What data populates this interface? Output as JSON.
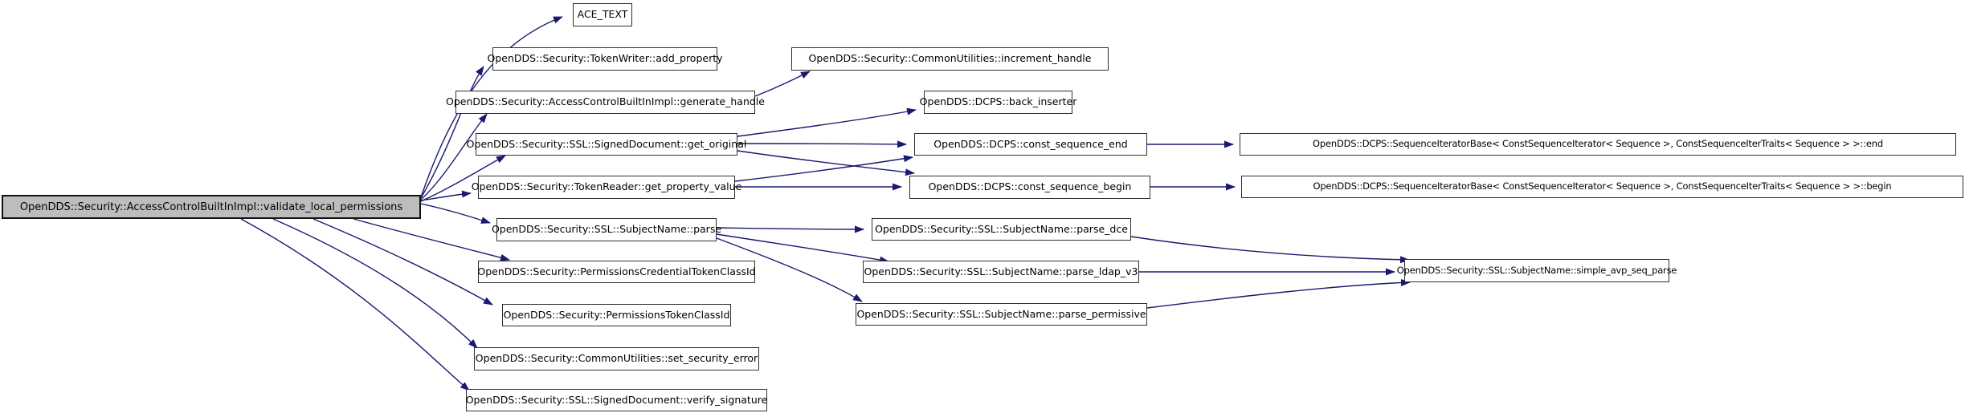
{
  "diagram": {
    "kind": "call-graph",
    "root_function": "OpenDDS::Security::AccessControlBuiltInImpl::validate_local_permissions",
    "colors": {
      "edge": "#191970",
      "node_border": "#2f2f2f",
      "node_fill": "#ffffff",
      "root_fill": "#bdbdbd",
      "text": "#000000",
      "background": "#ffffff"
    },
    "nodes": [
      {
        "id": "validate_local_permissions",
        "label": "OpenDDS::Security::AccessControlBuiltInImpl::validate_local_permissions"
      },
      {
        "id": "ace_text",
        "label": "ACE_TEXT"
      },
      {
        "id": "add_property",
        "label": "OpenDDS::Security::TokenWriter::add_property"
      },
      {
        "id": "generate_handle",
        "label": "OpenDDS::Security::AccessControlBuiltInImpl::generate_handle"
      },
      {
        "id": "get_original",
        "label": "OpenDDS::Security::SSL::SignedDocument::get_original"
      },
      {
        "id": "get_property_value",
        "label": "OpenDDS::Security::TokenReader::get_property_value"
      },
      {
        "id": "parse",
        "label": "OpenDDS::Security::SSL::SubjectName::parse"
      },
      {
        "id": "permissions_credential_token_class_id",
        "label": "OpenDDS::Security::PermissionsCredentialTokenClassId"
      },
      {
        "id": "permissions_token_class_id",
        "label": "OpenDDS::Security::PermissionsTokenClassId"
      },
      {
        "id": "set_security_error",
        "label": "OpenDDS::Security::CommonUtilities::set_security_error"
      },
      {
        "id": "verify_signature",
        "label": "OpenDDS::Security::SSL::SignedDocument::verify_signature"
      },
      {
        "id": "increment_handle",
        "label": "OpenDDS::Security::CommonUtilities::increment_handle"
      },
      {
        "id": "back_inserter",
        "label": "OpenDDS::DCPS::back_inserter"
      },
      {
        "id": "const_sequence_end",
        "label": "OpenDDS::DCPS::const_sequence_end"
      },
      {
        "id": "const_sequence_begin",
        "label": "OpenDDS::DCPS::const_sequence_begin"
      },
      {
        "id": "parse_dce",
        "label": "OpenDDS::Security::SSL::SubjectName::parse_dce"
      },
      {
        "id": "parse_ldap_v3",
        "label": "OpenDDS::Security::SSL::SubjectName::parse_ldap_v3"
      },
      {
        "id": "parse_permissive",
        "label": "OpenDDS::Security::SSL::SubjectName::parse_permissive"
      },
      {
        "id": "sequence_iterator_end",
        "label": "OpenDDS::DCPS::SequenceIteratorBase< ConstSequenceIterator< Sequence >, ConstSequenceIterTraits< Sequence > >::end"
      },
      {
        "id": "sequence_iterator_begin",
        "label": "OpenDDS::DCPS::SequenceIteratorBase< ConstSequenceIterator< Sequence >, ConstSequenceIterTraits< Sequence > >::begin"
      },
      {
        "id": "simple_avp_seq_parse",
        "label": "OpenDDS::Security::SSL::SubjectName::simple_avp_seq_parse"
      }
    ],
    "edges": [
      {
        "from": "validate_local_permissions",
        "to": "ace_text"
      },
      {
        "from": "validate_local_permissions",
        "to": "add_property"
      },
      {
        "from": "validate_local_permissions",
        "to": "generate_handle"
      },
      {
        "from": "validate_local_permissions",
        "to": "get_original"
      },
      {
        "from": "validate_local_permissions",
        "to": "get_property_value"
      },
      {
        "from": "validate_local_permissions",
        "to": "parse"
      },
      {
        "from": "validate_local_permissions",
        "to": "permissions_credential_token_class_id"
      },
      {
        "from": "validate_local_permissions",
        "to": "permissions_token_class_id"
      },
      {
        "from": "validate_local_permissions",
        "to": "set_security_error"
      },
      {
        "from": "validate_local_permissions",
        "to": "verify_signature"
      },
      {
        "from": "generate_handle",
        "to": "increment_handle"
      },
      {
        "from": "get_original",
        "to": "back_inserter"
      },
      {
        "from": "get_original",
        "to": "const_sequence_end"
      },
      {
        "from": "get_original",
        "to": "const_sequence_begin"
      },
      {
        "from": "get_property_value",
        "to": "const_sequence_end"
      },
      {
        "from": "get_property_value",
        "to": "const_sequence_begin"
      },
      {
        "from": "parse",
        "to": "parse_dce"
      },
      {
        "from": "parse",
        "to": "parse_ldap_v3"
      },
      {
        "from": "parse",
        "to": "parse_permissive"
      },
      {
        "from": "const_sequence_end",
        "to": "sequence_iterator_end"
      },
      {
        "from": "const_sequence_begin",
        "to": "sequence_iterator_begin"
      },
      {
        "from": "parse_dce",
        "to": "simple_avp_seq_parse"
      },
      {
        "from": "parse_ldap_v3",
        "to": "simple_avp_seq_parse"
      },
      {
        "from": "parse_permissive",
        "to": "simple_avp_seq_parse"
      }
    ]
  }
}
